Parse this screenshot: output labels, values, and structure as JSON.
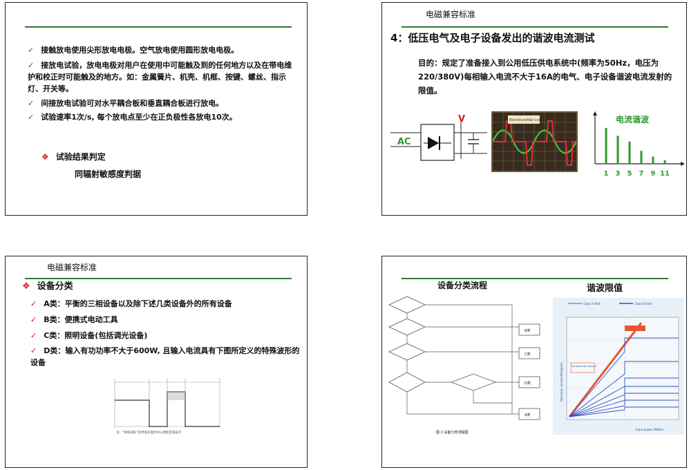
{
  "slide1": {
    "bullets": [
      "接触放电使用尖形放电电极。空气放电使用圆形放电电极。",
      "接放电试验，放电电极对用户在使用中可能触及到的任何地方以及在带电维护和校正时可能触及的地方。如：金属簧片、机壳、机框、按键、螺丝、指示灯、开关等。",
      "间接放电试验可对水平耦合板和垂直耦合板进行放电。",
      "试验速率1次/s, 每个放电点至少在正负极性各放电10次。"
    ],
    "result_heading": "试验结果判定",
    "result_text": "同辐射敏感度判据"
  },
  "slide2": {
    "header": "电磁兼容标准",
    "title": "4：低压电气及电子设备发出的谐波电流测试",
    "purpose": "目的：规定了准备接入到公用低压供电系统中(频率为50Hz，电压为220/380V)每相输入电流不大于16A的电气、电子设备谐波电流发射的限值。",
    "ac_label": "AC",
    "v_label": "V",
    "scope_caption": "Nonsinusoidal current",
    "chart_title": "电流谐波",
    "chart_data": {
      "type": "bar",
      "title": "电流谐波",
      "categories": [
        "1",
        "3",
        "5",
        "7",
        "9",
        "11"
      ],
      "values": [
        1.0,
        0.78,
        0.62,
        0.36,
        0.2,
        0.1
      ],
      "color": "#2e9a2e"
    }
  },
  "slide3": {
    "header": "电磁兼容标准",
    "heading": "设备分类",
    "items": [
      "A类：平衡的三相设备以及除下述几类设备外的所有设备",
      "B类：便携式电动工具",
      "C类：照明设备(包括调光设备)",
      "D类：输入有功功率不大于600W, 且输入电流具有下图所定义的特殊波形的设备"
    ],
    "figure_caption": "注：“特殊波形”的界限在图示中以阴影区域表示"
  },
  "slide4": {
    "flow_title": "设备分类流程",
    "limit_title": "谐波限值",
    "flow_boxes": [
      "B类",
      "C类",
      "D类",
      "A类"
    ],
    "flow_caption": "图 2  设备分类流程图",
    "limit_xlabel": "Input power (Watts)",
    "limit_ylabel": "Harmonic current (Amperes)",
    "limit_note": "No limits for Class A",
    "limit_legend": [
      "Class A limit",
      "Class D limit"
    ]
  },
  "colors": {
    "rule": "#2e7d32",
    "check": "#d81b1b",
    "bars": "#2e9a2e"
  }
}
